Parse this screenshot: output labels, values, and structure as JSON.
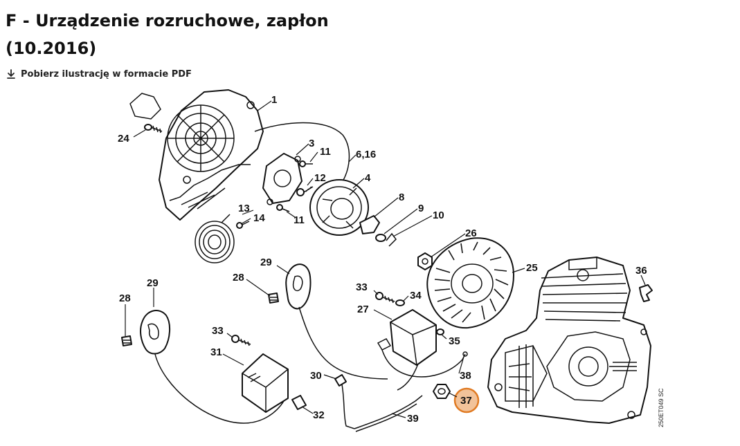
{
  "page": {
    "title_line1": "F - Urządzenie rozruchowe, zapłon",
    "title_line2": "(10.2016)",
    "download_label": "Pobierz ilustrację w formacie PDF",
    "download_icon": "download-icon"
  },
  "diagram": {
    "drawing_code": "250ET049 SC",
    "highlight_color": "#e07a22",
    "highlighted_part": "37",
    "callouts": [
      "1",
      "3",
      "11",
      "6,16",
      "4",
      "12",
      "24",
      "13",
      "14",
      "11",
      "8",
      "9",
      "10",
      "26",
      "25",
      "36",
      "29",
      "28",
      "29",
      "28",
      "33",
      "34",
      "27",
      "35",
      "33",
      "31",
      "30",
      "38",
      "37",
      "32",
      "39"
    ]
  }
}
